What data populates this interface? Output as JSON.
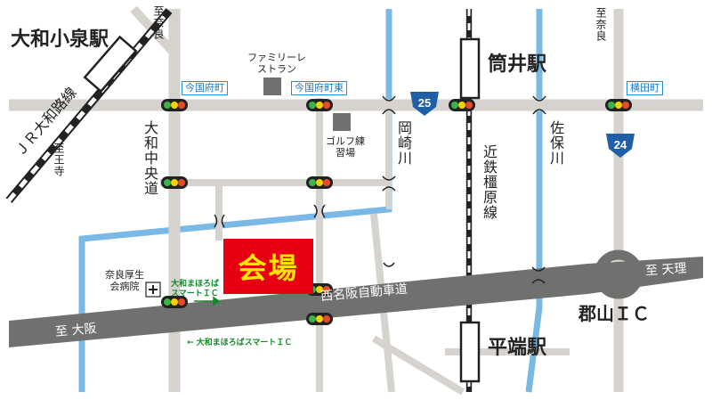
{
  "venue": {
    "label": "会場",
    "fill": "#e60012",
    "text_color": "#ffe600"
  },
  "stations": {
    "koizumi": "大和小泉駅",
    "tsutsui": "筒井駅",
    "hirahata": "平端駅"
  },
  "interchange": "郡山ＩＣ",
  "intersections": {
    "imakokufu": "今国府町",
    "imakokufu_east": "今国府町東",
    "yokota": "横田町"
  },
  "routes": {
    "r25": "25",
    "r24": "24"
  },
  "expressway": {
    "name": "西名阪自動車道",
    "to_osaka": "至 大阪",
    "to_tenri": "至 天理"
  },
  "destinations": {
    "to_nara_left": "至奈良",
    "to_nara_right": "至奈良",
    "to_oji": "至王寺"
  },
  "railways": {
    "jr": "ＪＲ大和路線",
    "kintetsu": "近鉄橿原線"
  },
  "rivers": {
    "okazaki": "岡崎川",
    "saho": "佐保川"
  },
  "roads": {
    "yamato_chuo": "大和中央道"
  },
  "landmarks": {
    "family_restaurant": "ファミリーレストラン",
    "golf": "ゴルフ練習場",
    "hospital": "奈良厚生会病院"
  },
  "smart_ic": {
    "label_top": "大和まほろば",
    "label_bottom": "スマートＩＣ",
    "label_lower": "← 大和まほろばスマートＩＣ"
  },
  "colors": {
    "road": "#d6d2ce",
    "expressway": "#6f716f",
    "river": "#7ab9e6",
    "route_badge": "#1f5fa8",
    "smart_ic_text": "#138a2a"
  }
}
